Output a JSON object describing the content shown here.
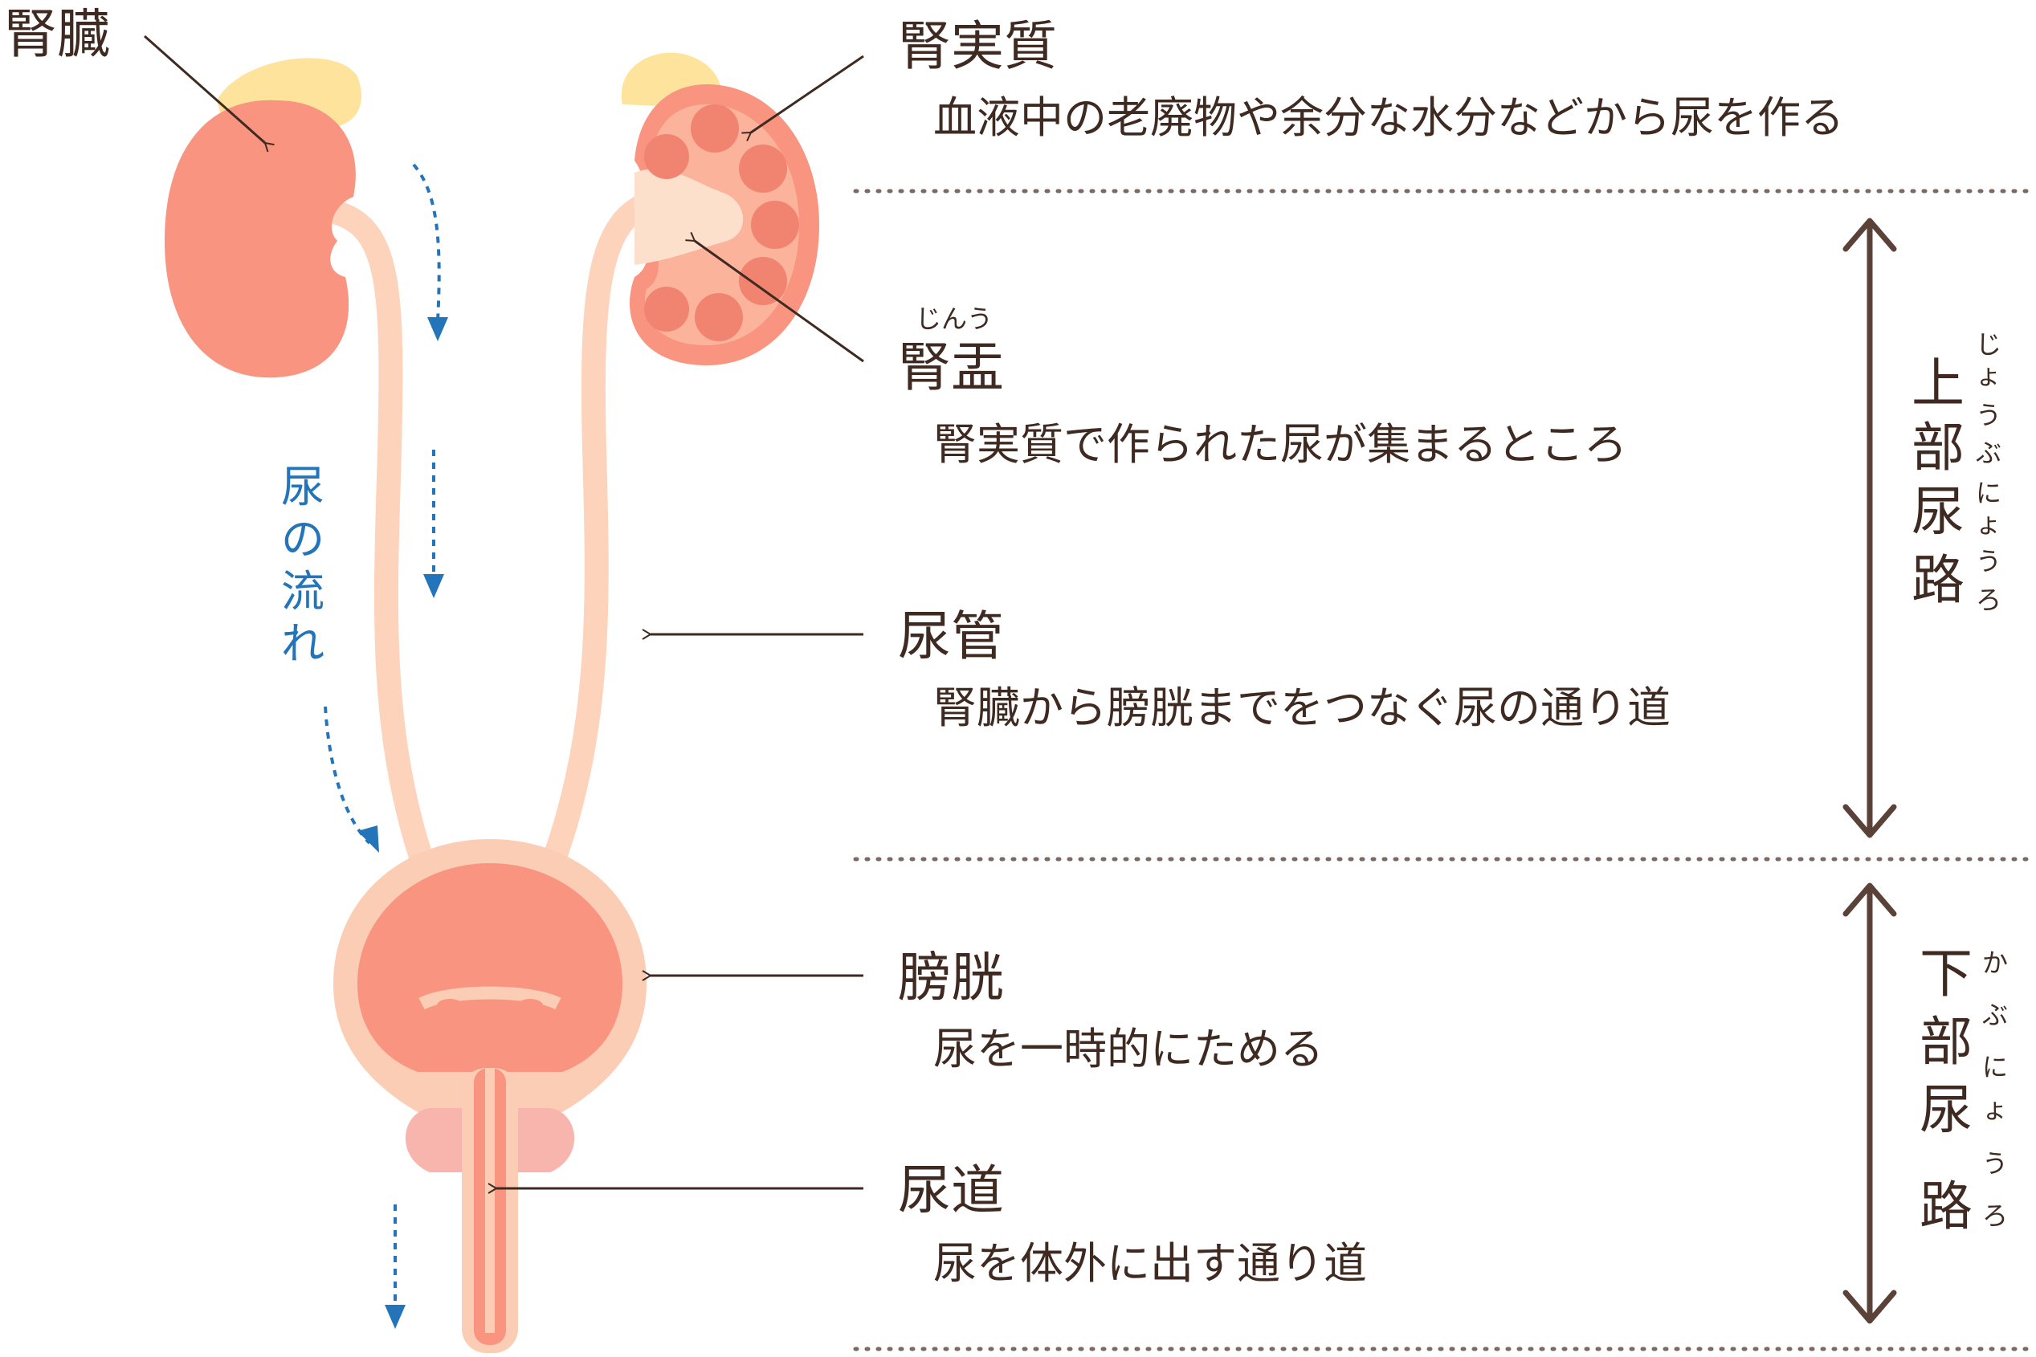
{
  "colors": {
    "text": "#3f2a21",
    "kidney": "#f89480",
    "kidney_inner": "#fbcdb4",
    "pelvis": "#fde0cc",
    "adrenal": "#fde39c",
    "dots": "#f08470",
    "prostate": "#f8b5ae",
    "flow": "#2374b9",
    "divider": "#7a6a63"
  },
  "labels": {
    "kidney": "腎臓",
    "renal_parenchyma": {
      "title": "腎実質",
      "desc": "血液中の老廃物や余分な水分などから尿を作る"
    },
    "renal_pelvis": {
      "ruby": "じんう",
      "title": "腎盂",
      "desc": "腎実質で作られた尿が集まるところ"
    },
    "ureter": {
      "title": "尿管",
      "desc": "腎臓から膀胱までをつなぐ尿の通り道"
    },
    "bladder": {
      "title": "膀胱",
      "desc": "尿を一時的にためる"
    },
    "urethra": {
      "title": "尿道",
      "desc": "尿を体外に出す通り道"
    }
  },
  "flow_label": [
    "尿",
    "の",
    "流",
    "れ"
  ],
  "upper_tract": {
    "chars": [
      "上",
      "部",
      "尿",
      "路"
    ],
    "ruby": [
      "じ",
      "ょ",
      "う",
      "ぶ",
      "に",
      "ょ",
      "う",
      "ろ"
    ]
  },
  "lower_tract": {
    "chars": [
      "下",
      "部",
      "尿",
      "路"
    ],
    "ruby": [
      "か",
      "ぶ",
      "に",
      "ょ",
      "う",
      "ろ"
    ]
  },
  "icons": {
    "arrow": "arrow-icon",
    "double_arrow": "double-arrow-icon"
  }
}
